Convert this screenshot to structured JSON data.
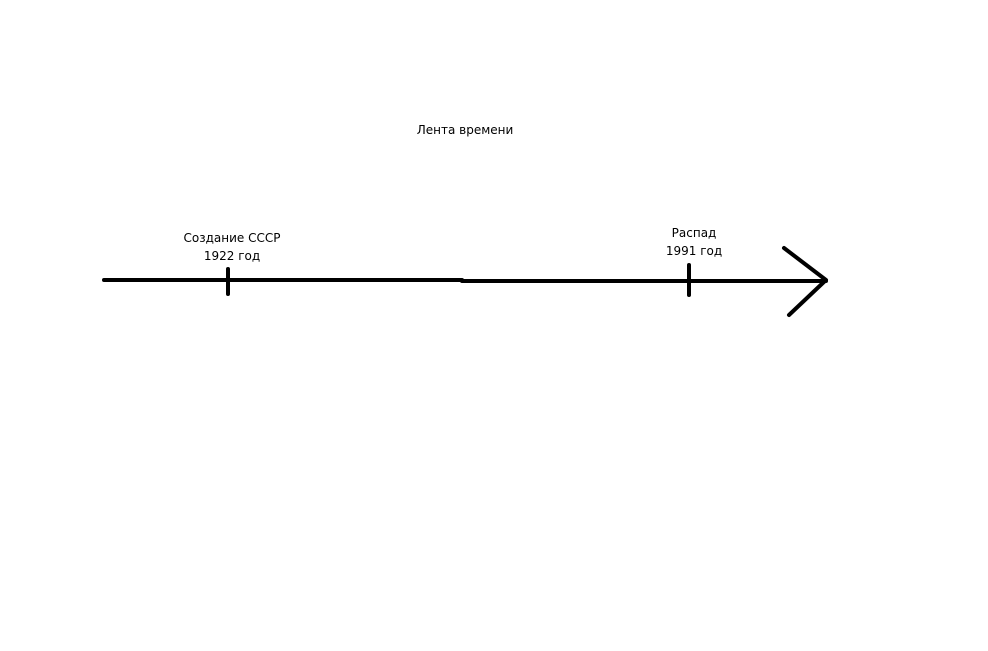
{
  "diagram": {
    "title": "Лента времени",
    "events": [
      {
        "line1": "Создание СССР",
        "line2": "1922 год"
      },
      {
        "line1": "Распад",
        "line2": "1991 год"
      }
    ],
    "line_color": "#000000",
    "background_color": "#ffffff"
  }
}
